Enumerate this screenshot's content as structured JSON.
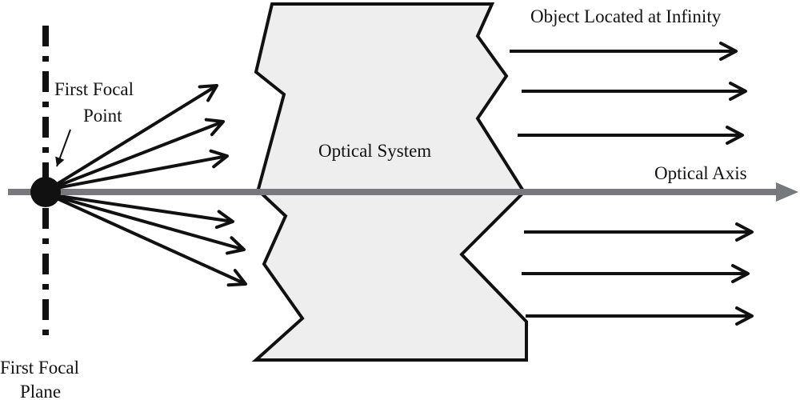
{
  "labels": {
    "first_focal_point_line1": "First Focal",
    "first_focal_point_line2": "Point",
    "optical_system": "Optical System",
    "object_at_infinity": "Object Located at Infinity",
    "optical_axis": "Optical Axis",
    "first_focal_plane_line1": "First Focal",
    "first_focal_plane_line2": "Plane"
  },
  "colors": {
    "ink": "#111111",
    "axis": "#77797c",
    "lens_fill": "#eeeeee",
    "background": "#ffffff"
  }
}
